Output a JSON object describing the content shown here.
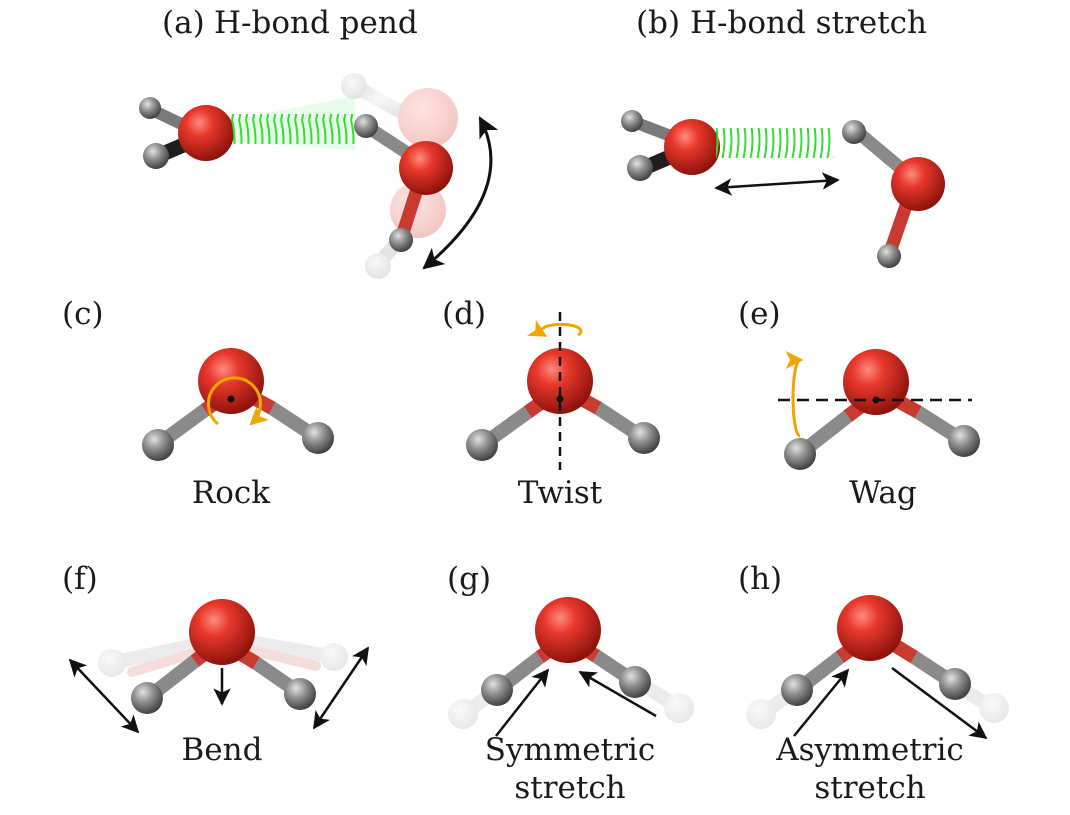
{
  "panels": {
    "a": {
      "letter": "(a)",
      "title": "H-bond pend"
    },
    "b": {
      "letter": "(b)",
      "title": "H-bond stretch"
    },
    "c": {
      "letter": "(c)",
      "caption": "Rock"
    },
    "d": {
      "letter": "(d)",
      "caption": "Twist"
    },
    "e": {
      "letter": "(e)",
      "caption": "Wag"
    },
    "f": {
      "letter": "(f)",
      "caption": "Bend"
    },
    "g": {
      "letter": "(g)",
      "caption_line1": "Symmetric",
      "caption_line2": "stretch"
    },
    "h": {
      "letter": "(h)",
      "caption_line1": "Asymmetric",
      "caption_line2": "stretch"
    }
  },
  "colors": {
    "oxygen": "#d42a20",
    "hydrogen": "#8a8a8a",
    "hbond_spring": "#33dd33",
    "rotation_arrow": "#f2a500",
    "arrow": "#111111"
  }
}
